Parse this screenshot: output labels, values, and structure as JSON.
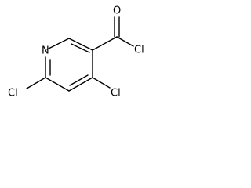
{
  "molecule": {
    "atoms": {
      "nitrogen": "N",
      "carbonyl_oxygen": "O",
      "acyl_chlorine": "Cl",
      "chlorine_6": "Cl",
      "chlorine_4": "Cl"
    }
  }
}
